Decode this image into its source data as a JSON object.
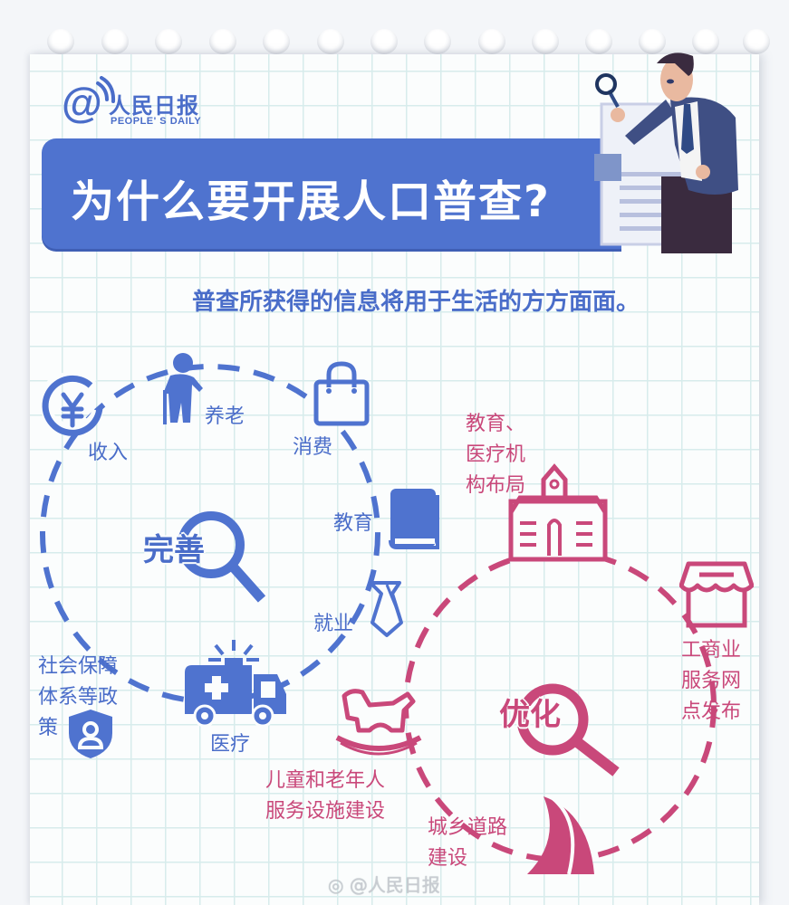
{
  "brand": {
    "logo_symbol": "@",
    "logo_cn": "人民日报",
    "logo_en": "PEOPLE' S DAILY"
  },
  "header": {
    "title": "为什么要开展人口普查?",
    "subtitle": "普查所获得的信息将用于生活的方方面面。"
  },
  "colors": {
    "blue_accent": "#4f73cf",
    "pink_accent": "#c9487a",
    "grid_line": "#d7ecec",
    "paper": "#fbfdfd"
  },
  "improve_cycle": {
    "center_label": "完善",
    "center_icon": "magnifier-icon",
    "items": [
      {
        "label": "收入",
        "icon": "yuan-coin-icon"
      },
      {
        "label": "养老",
        "icon": "elderly-person-icon"
      },
      {
        "label": "消费",
        "icon": "shopping-bag-icon"
      },
      {
        "label": "教育",
        "icon": "book-icon"
      },
      {
        "label": "就业",
        "icon": "necktie-icon"
      },
      {
        "label": "医疗",
        "icon": "ambulance-icon"
      },
      {
        "label_lines": [
          "社会保障",
          "体系等政",
          "策"
        ],
        "icon": "shield-user-icon"
      }
    ]
  },
  "optimize_cycle": {
    "center_label": "优化",
    "center_icon": "magnifier-icon",
    "items": [
      {
        "label_lines": [
          "教育、",
          "医疗机",
          "构布局"
        ],
        "icon": "school-building-icon"
      },
      {
        "label_lines": [
          "工商业",
          "服务网",
          "点发布"
        ],
        "icon": "storefront-icon"
      },
      {
        "label_lines": [
          "儿童和老年人",
          "服务设施建设"
        ],
        "icon": "rocking-horse-icon"
      },
      {
        "label_lines": [
          "城乡道路",
          "建设"
        ],
        "icon": "road-icon"
      }
    ]
  },
  "watermark": "@人民日报"
}
